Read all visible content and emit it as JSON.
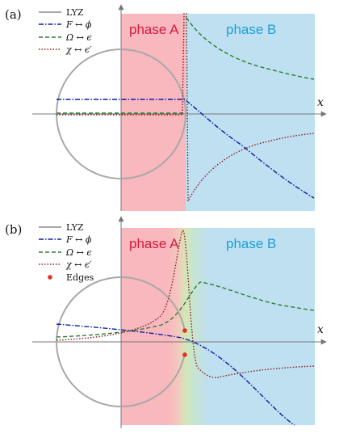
{
  "colors": {
    "phaseA": "#f8b8bd",
    "phaseB": "#bfe0f1",
    "green": "#d3e7b6",
    "lyz": "#a8a8a8",
    "F": "#0c1ea8",
    "Omega": "#2e7d32",
    "chi": "#8b1d1d",
    "edge": "#e0311a",
    "axis": "#777777",
    "phaseA_text": "#d4183d",
    "phaseB_text": "#1a9fd8"
  },
  "panels": [
    {
      "label": "(a)",
      "axis_x_label": "x",
      "phaseA": "phase A",
      "phaseB": "phase B",
      "legend": [
        {
          "name": "LYZ",
          "style": "solid",
          "color": "lyz"
        },
        {
          "name": "F ↔ ϕ",
          "style": "dashdot",
          "color": "F"
        },
        {
          "name": "Ω ↔ ϵ",
          "style": "dashed",
          "color": "Omega"
        },
        {
          "name": "χ ↔ ϵ′",
          "style": "dotted",
          "color": "chi"
        }
      ]
    },
    {
      "label": "(b)",
      "axis_x_label": "x",
      "phaseA": "phase A",
      "phaseB": "phase B",
      "legend": [
        {
          "name": "LYZ",
          "style": "solid",
          "color": "lyz"
        },
        {
          "name": "F ↔ ϕ",
          "style": "dashdot",
          "color": "F"
        },
        {
          "name": "Ω ↔ ϵ",
          "style": "dashed",
          "color": "Omega"
        },
        {
          "name": "χ ↔ ϵ′",
          "style": "dotted",
          "color": "chi"
        },
        {
          "name": "Edges",
          "style": "dot",
          "color": "edge"
        }
      ]
    }
  ]
}
